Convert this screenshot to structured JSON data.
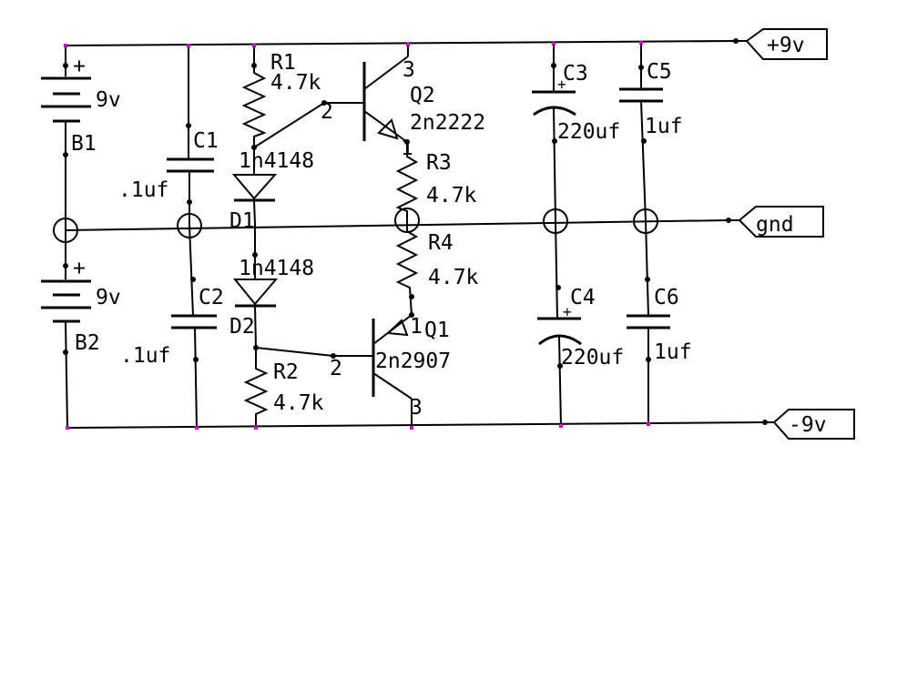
{
  "ports": {
    "pos": "+9v",
    "gnd": "gnd",
    "neg": "-9v"
  },
  "batteries": [
    {
      "ref": "B1",
      "value": "9v",
      "polarity": "+"
    },
    {
      "ref": "B2",
      "value": "9v",
      "polarity": "+"
    }
  ],
  "capacitors": [
    {
      "ref": "C1",
      "value": ".1uf"
    },
    {
      "ref": "C2",
      "value": ".1uf"
    },
    {
      "ref": "C3",
      "value": "220uf",
      "polarity": "+"
    },
    {
      "ref": "C4",
      "value": "220uf",
      "polarity": "+"
    },
    {
      "ref": "C5",
      "value": "1uf"
    },
    {
      "ref": "C6",
      "value": "1uf"
    }
  ],
  "resistors": [
    {
      "ref": "R1",
      "value": "4.7k"
    },
    {
      "ref": "R2",
      "value": "4.7k"
    },
    {
      "ref": "R3",
      "value": "4.7k"
    },
    {
      "ref": "R4",
      "value": "4.7k"
    }
  ],
  "diodes": [
    {
      "ref": "D1",
      "part": "1n4148"
    },
    {
      "ref": "D2",
      "part": "1n4148"
    }
  ],
  "transistors": [
    {
      "ref": "Q2",
      "part": "2n2222",
      "pins": {
        "emitter": "1",
        "base": "2",
        "collector": "3"
      }
    },
    {
      "ref": "Q1",
      "part": "2n2907",
      "pins": {
        "emitter": "1",
        "base": "2",
        "collector": "3"
      }
    }
  ]
}
